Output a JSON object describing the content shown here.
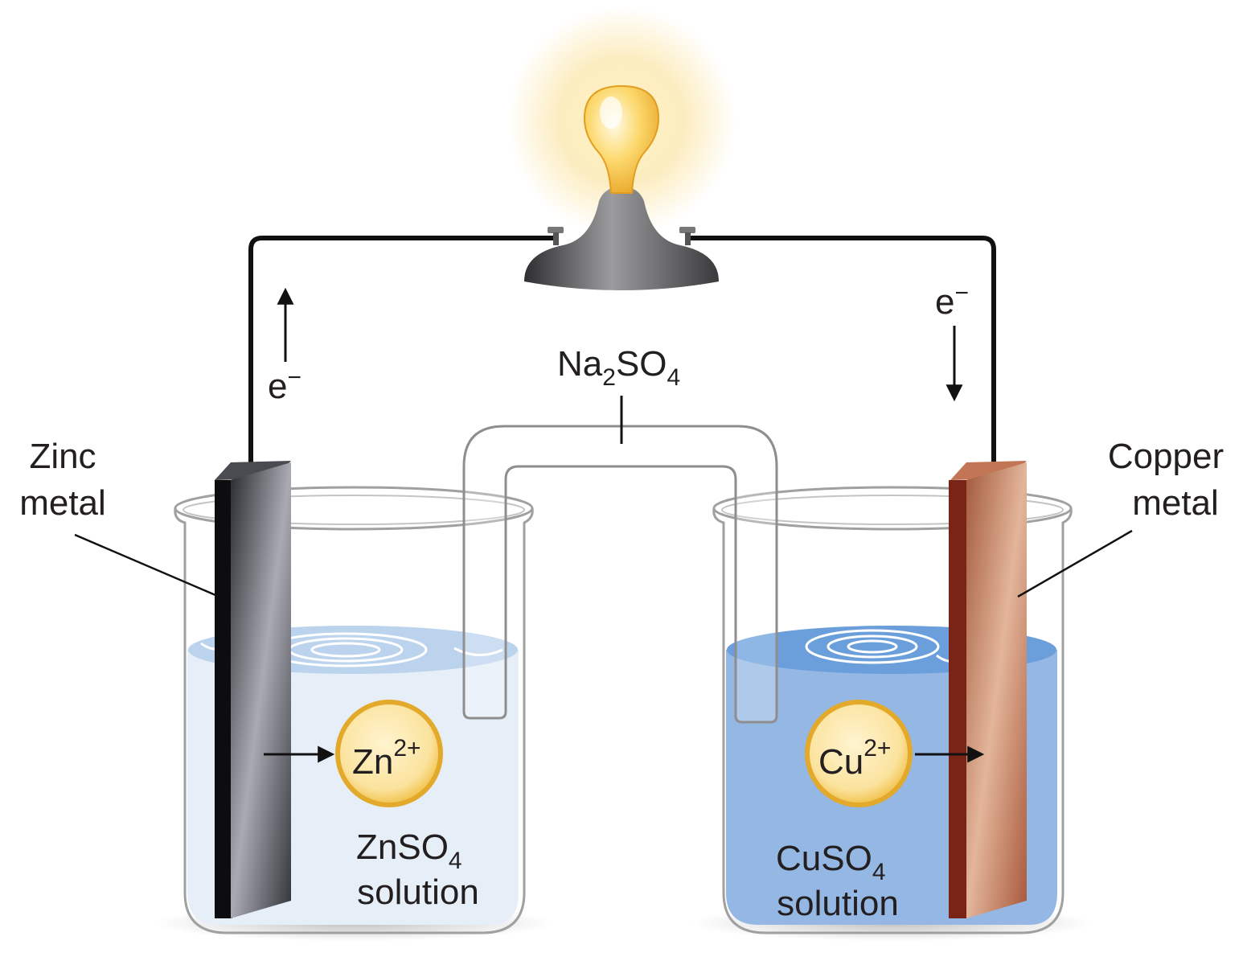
{
  "labels": {
    "zinc_line1": "Zinc",
    "zinc_line2": "metal",
    "copper_line1": "Copper",
    "copper_line2": "metal",
    "electron_left": "e",
    "electron_right": "e",
    "electron_charge": "−",
    "salt_bridge_main": "Na",
    "salt_bridge_sub1": "2",
    "salt_bridge_mid": "SO",
    "salt_bridge_sub2": "4",
    "zn_ion": "Zn",
    "zn_charge": "2+",
    "cu_ion": "Cu",
    "cu_charge": "2+",
    "znso4_main": "ZnSO",
    "znso4_sub": "4",
    "znso4_line2": "solution",
    "cuso4_main": "CuSO",
    "cuso4_sub": "4",
    "cuso4_line2": "solution"
  },
  "colors": {
    "zinc_solution": "#e6eef8",
    "zinc_surface": "#bcd3ee",
    "copper_solution": "#94b7e4",
    "copper_surface": "#6a9fdc",
    "zinc_electrode": "#3a3b3f",
    "copper_electrode": "#b5694a",
    "ion_fill": "#fbe39e",
    "ion_ring": "#e3a92a",
    "wire": "#111111",
    "glass": "#9a9a9a"
  }
}
